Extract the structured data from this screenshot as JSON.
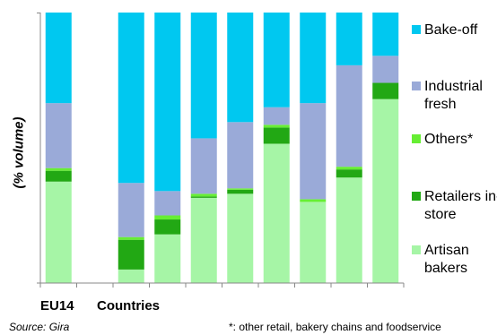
{
  "chart_data": {
    "type": "bar",
    "stacked": true,
    "ylabel": "(% volume)",
    "ylim": [
      0,
      100
    ],
    "category_labels": [
      "EU14",
      "Countries"
    ],
    "source": "Source: Gira",
    "footnote": "*: other retail, bakery chains and foodservice",
    "colors": {
      "Artisan bakers": "#a6f5a6",
      "Retailers in-store": "#22a814",
      "Others*": "#66ee33",
      "Industrial fresh": "#9aaad8",
      "Bake-off": "#00c8f0"
    },
    "legend": [
      "Bake-off",
      "Industrial fresh",
      "Others*",
      "Retailers in-store",
      "Artisan bakers"
    ],
    "series": [
      {
        "name": "Artisan bakers",
        "values": [
          37.5,
          0,
          5.0,
          18.0,
          31.5,
          33.0,
          51.5,
          30.0,
          39.0,
          68.0
        ]
      },
      {
        "name": "Retailers in-store",
        "values": [
          4.0,
          0,
          11.0,
          5.5,
          0.5,
          1.5,
          6.0,
          0,
          3.0,
          6.0
        ]
      },
      {
        "name": "Others*",
        "values": [
          1.0,
          0,
          1.0,
          1.5,
          1.0,
          0.5,
          1.0,
          1.0,
          1.0,
          0
        ]
      },
      {
        "name": "Industrial fresh",
        "values": [
          24.0,
          0,
          20.0,
          9.0,
          20.5,
          24.5,
          6.5,
          35.5,
          37.5,
          10.0
        ]
      },
      {
        "name": "Bake-off",
        "values": [
          33.5,
          0,
          63.0,
          66.0,
          46.5,
          40.5,
          35.0,
          33.5,
          19.5,
          16.0
        ]
      }
    ]
  }
}
